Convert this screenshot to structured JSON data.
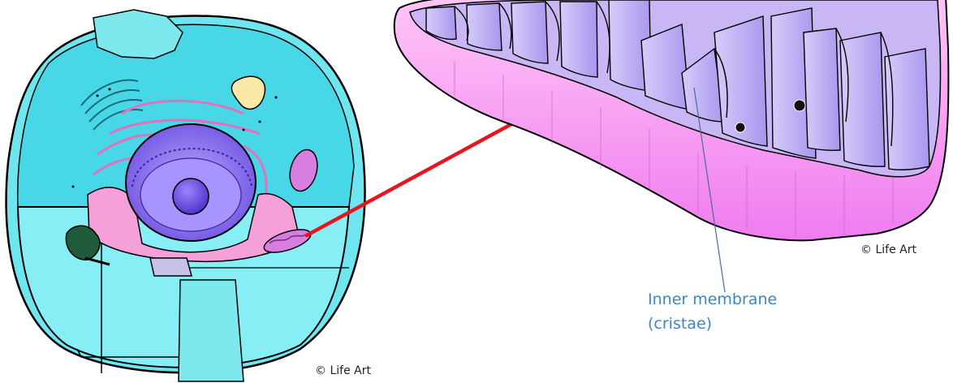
{
  "credits": {
    "cell": "© Life Art",
    "mitochondrion": "© Life Art"
  },
  "labels": {
    "inner_membrane_line1": "Inner membrane",
    "inner_membrane_line2": "(cristae)"
  },
  "colors": {
    "label_blue": "#3a86c8",
    "pointer_red": "#e8141e",
    "leader_line": "#4a6a9a",
    "cell_cyan": "#6fe6ef",
    "cell_cyan_light": "#a8f3f8",
    "mito_pink": "#f07cf0",
    "mito_pink_light": "#ffc6f6",
    "cristae_lavender": "#b9a8f2",
    "nucleus_purple": "#7a5cf0",
    "er_pink": "#f5a0d8"
  }
}
